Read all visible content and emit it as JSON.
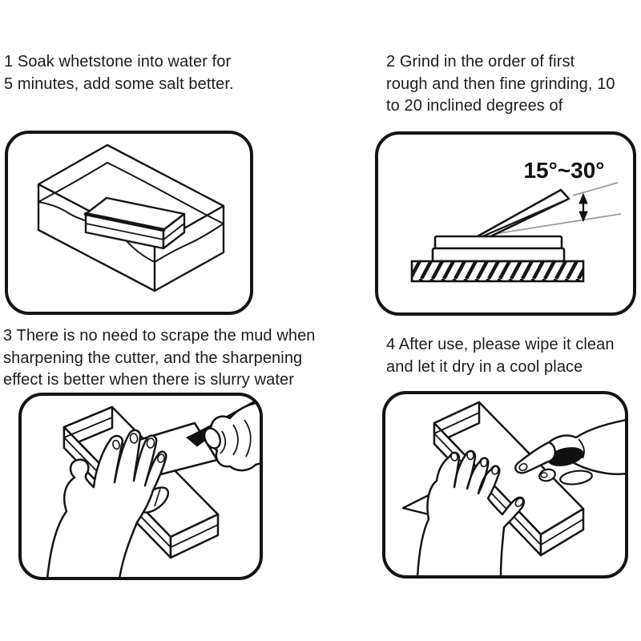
{
  "page": {
    "background": "#ffffff",
    "text_color": "#1c1c1c",
    "line_color": "#141414"
  },
  "steps": [
    {
      "lines": [
        "1 Soak whetstone into water for",
        "5 minutes, add some salt better."
      ],
      "illustration": "whetstone-soaking-in-water-container"
    },
    {
      "lines": [
        "2 Grind in the order of first",
        "rough and then fine grinding, 10",
        "to 20 inclined degrees of"
      ],
      "angle_label": "15°~30°",
      "illustration": "knife-grinding-angle-side-view"
    },
    {
      "lines": [
        "3 There is no need to scrape the mud when",
        "sharpening the cutter, and the sharpening",
        "effect is better when there is slurry water"
      ],
      "illustration": "hands-sharpening-knife-on-whetstone"
    },
    {
      "lines": [
        "4 After use, please wipe it clean",
        "and let it dry in a cool place"
      ],
      "illustration": "hand-wiping-whetstone-with-sponge"
    }
  ]
}
